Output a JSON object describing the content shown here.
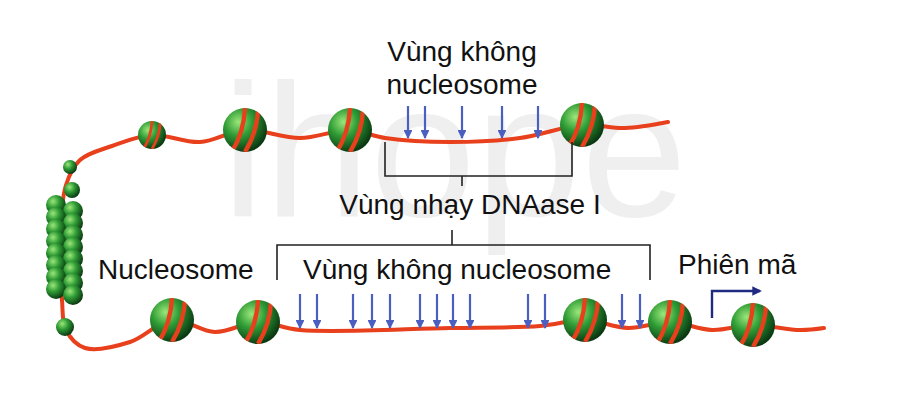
{
  "diagram": {
    "labels": [
      "Vùng không nucleosome",
      "Vùng nhạy DNAase I",
      "Nucleosome",
      "Vùng không nucleosome",
      "Phiên mã",
      "ihope"
    ]
  }
}
